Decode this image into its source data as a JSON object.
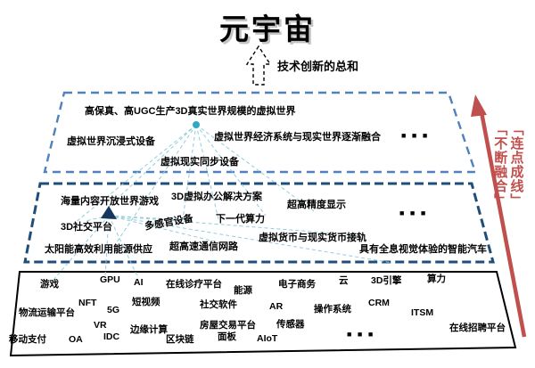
{
  "title": "元宇宙",
  "annotation": "技术创新的总和",
  "side_note": {
    "right_column": "「连点成线」",
    "left_column": "「不断融合」"
  },
  "colors": {
    "layer1_border": "#4f81bd",
    "layer2_border": "#1f4e79",
    "base_border": "#000000",
    "connector": "#92cddc",
    "node": "#2fa8c5",
    "node_arrow": "#17375e",
    "accent_red": "#c0504d"
  },
  "layer1": {
    "heading": "高保真、高UGC生产3D真实世界规模的虚拟世界",
    "left": "虚拟世界沉浸式设备",
    "right": "虚拟世界经济系统与现实世界逐渐融合",
    "center": "虚拟现实同步设备",
    "more": "■ ■ ■"
  },
  "layer2": {
    "open_world": "海量内容开放世界游戏",
    "office": "3D虚拟办公解决方案",
    "display": "超高精度显示",
    "social": "3D社交平台",
    "sensory": "多感官设备",
    "compute": "下一代算力",
    "currency": "虚拟货币与现实货币接轨",
    "solar": "太阳能高效利用能源供应",
    "network": "超高速通信网路",
    "car": "具有全息视觉体验的智能汽车",
    "more": "■ ■ ■"
  },
  "layer3": {
    "items": [
      "游戏",
      "GPU",
      "AI",
      "在线诊疗平台",
      "能源",
      "电子商务",
      "云",
      "3D引擎",
      "算力",
      "物流运输平台",
      "NFT",
      "5G",
      "短视频",
      "社交软件",
      "AR",
      "操作系统",
      "CRM",
      "ITSM",
      "VR",
      "边缘计算",
      "房屋交易平台",
      "传感器",
      "移动支付",
      "OA",
      "IDC",
      "区块链",
      "面板",
      "AIoT",
      "在线招聘平台"
    ],
    "more": "■ ■ ■"
  }
}
